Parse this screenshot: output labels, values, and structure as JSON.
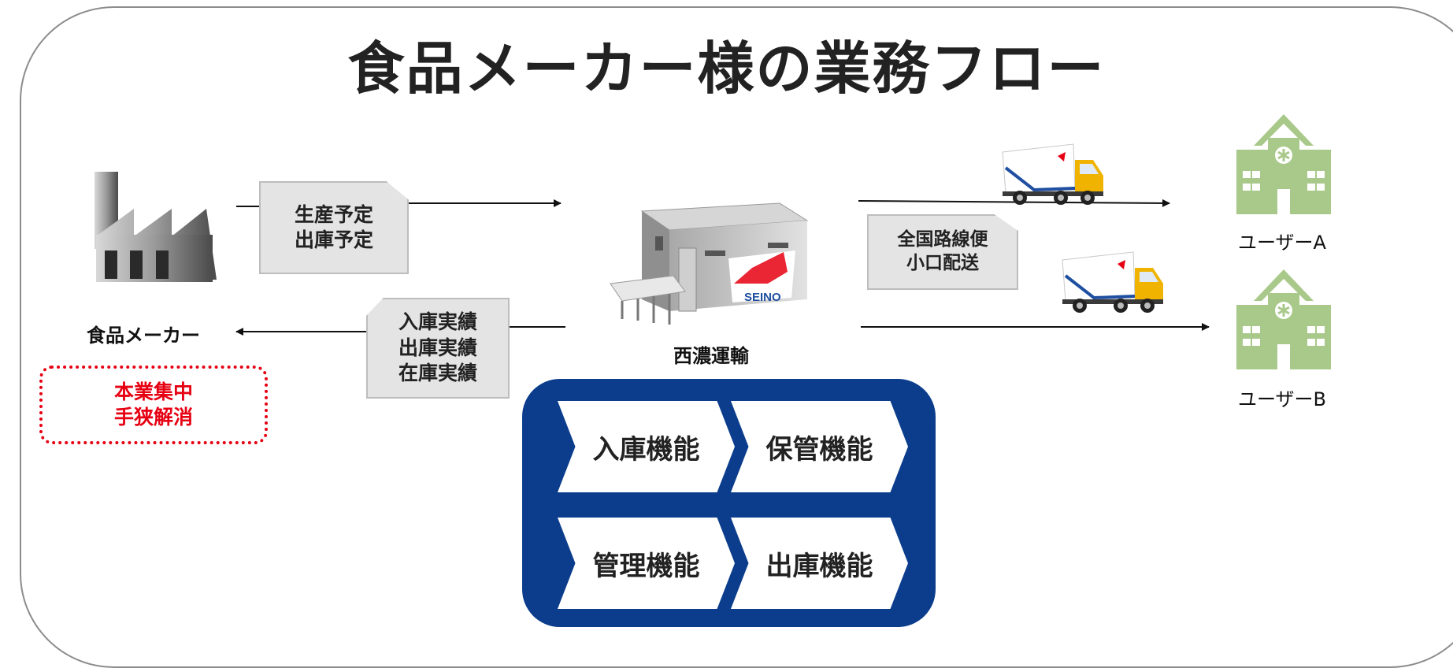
{
  "title": "食品メーカー様の業務フロー",
  "manufacturer": {
    "label": "食品メーカー"
  },
  "benefit_note": {
    "text": "本業集中\n手狭解消"
  },
  "schedule_note": {
    "text": "生産予定\n出庫予定"
  },
  "results_note": {
    "text": "入庫実績\n出庫実績\n在庫実績"
  },
  "warehouse": {
    "label": "西濃運輸",
    "logo_text": "SEINO"
  },
  "delivery_note": {
    "text": "全国路線便\n小口配送"
  },
  "users": [
    {
      "label": "ユーザーA"
    },
    {
      "label": "ユーザーB"
    }
  ],
  "functions": [
    "入庫機能",
    "保管機能",
    "管理機能",
    "出庫機能"
  ],
  "colors": {
    "panel": "#0b3d8c",
    "accent_red": "#e60012",
    "building_green": "#a9c98a",
    "note_fill": "#e4e4e4"
  },
  "icons": [
    "factory-icon",
    "warehouse-icon",
    "truck-icon",
    "building-icon"
  ]
}
